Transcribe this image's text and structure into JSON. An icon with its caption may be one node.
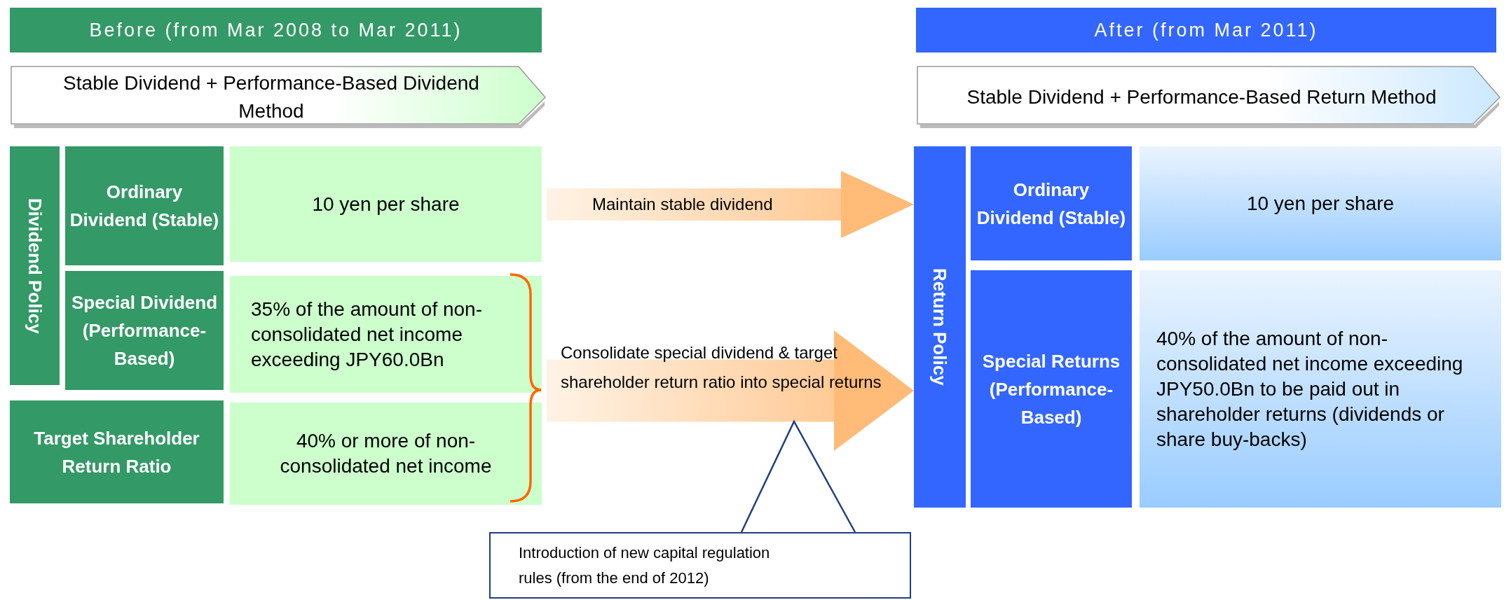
{
  "diagram": {
    "nodes": [
      {
        "text": [
          "Before (from Mar 2008 to Mar 2011)"
        ]
      },
      {
        "text": [
          "Stable Dividend + Performance-Based Dividend Method"
        ]
      },
      {
        "text": [
          "Dividend Policy"
        ]
      },
      {
        "text": [
          "Ordinary Dividend (Stable)"
        ]
      },
      {
        "text": [
          "10 yen per share"
        ]
      },
      {
        "text": [
          "Special Dividend (Performance-Based)"
        ]
      },
      {
        "text": [
          "35% of the amount of non-consolidated net income exceeding JPY60.0Bn"
        ]
      },
      {
        "text": [
          "Target Shareholder Return Ratio"
        ]
      },
      {
        "text": [
          "40% or more of non-consolidated net income"
        ]
      },
      {
        "text": [
          "After (from Mar 2011)"
        ]
      },
      {
        "text": [
          "Stable Dividend + Performance-Based Return Method"
        ]
      },
      {
        "text": [
          "Return Policy"
        ]
      },
      {
        "text": [
          "Ordinary Dividend (Stable)"
        ]
      },
      {
        "text": [
          "10 yen per share"
        ]
      },
      {
        "text": [
          "Special Returns (Performance-Based)"
        ]
      },
      {
        "text": [
          "40% of the amount of non-consolidated net income exceeding JPY50.0Bn to be paid out in shareholder returns (dividends or share buy-backs)"
        ]
      },
      {
        "text": [
          "Introduction of new capital regulation rules (from the end of 2012)"
        ]
      }
    ],
    "edges": [
      {
        "from": 4,
        "to": 11,
        "arrow": "to",
        "label": "Maintain stable dividend"
      },
      {
        "from": 6,
        "to": 11,
        "arrow": "to",
        "label": "Consolidate special dividend & target shareholder return ratio into special returns"
      },
      {
        "from": 8,
        "to": 11,
        "arrow": "to"
      },
      {
        "from": 16,
        "to": null,
        "arrow": "none",
        "color": "#1f3f7f"
      }
    ]
  }
}
